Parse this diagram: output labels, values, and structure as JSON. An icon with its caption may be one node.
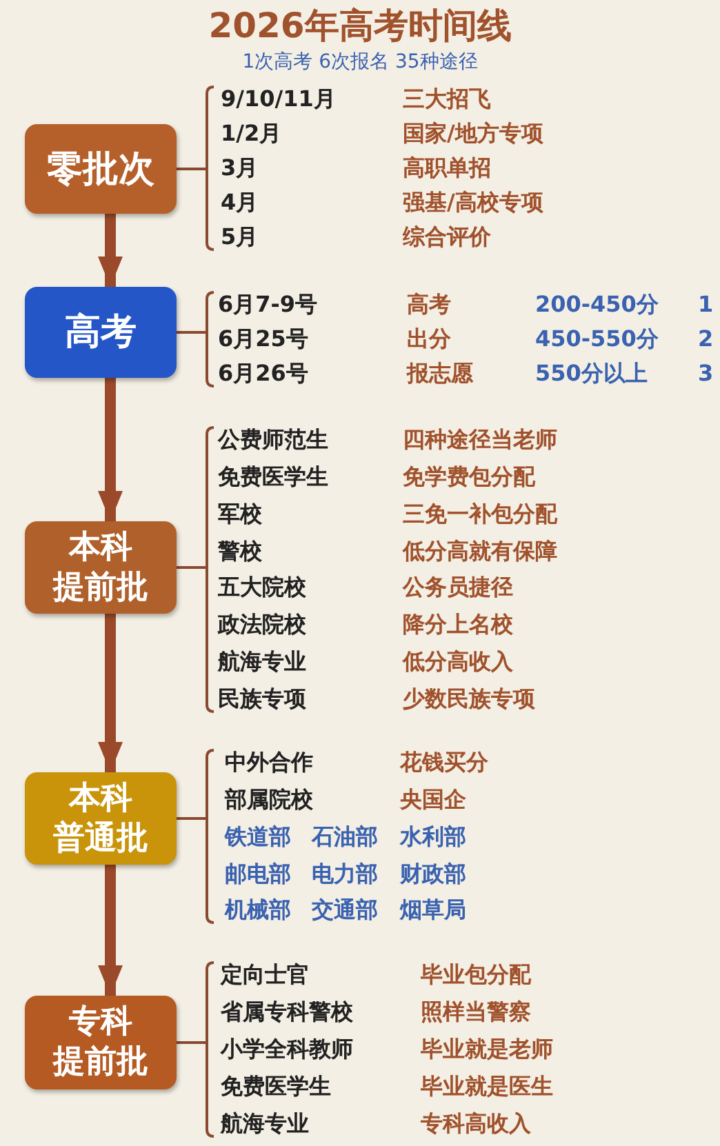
{
  "diagram": {
    "title": "2026年高考时间线",
    "nodes": [
      {
        "text": [
          "零批次"
        ],
        "beside": [
          "9/10/11月",
          "三大招飞",
          "1/2月",
          "国家/地方专项",
          "3月",
          "高职单招",
          "4月",
          "强基/高校专项",
          "5月",
          "综合评价"
        ]
      },
      {
        "text": [
          "高考"
        ],
        "beside": [
          "6月7-9号",
          "高考",
          "200-450分",
          "1",
          "6月25号",
          "出分",
          "450-550分",
          "2",
          "6月26号",
          "报志愿",
          "550分以上",
          "3"
        ]
      },
      {
        "text": [
          "本科提前批"
        ],
        "beside": [
          "公费师范生",
          "四种途径当老师",
          "免费医学生",
          "免学费包分配",
          "军校",
          "三免一补包分配",
          "警校",
          "低分高就有保障",
          "五大院校",
          "公务员捷径",
          "政法院校",
          "降分上名校",
          "航海专业",
          "低分高收入",
          "民族专项",
          "少数民族专项"
        ]
      },
      {
        "text": [
          "本科普通批"
        ],
        "beside": [
          "中外合作",
          "花钱买分",
          "部属院校",
          "央国企",
          "铁道部",
          "石油部",
          "水利部",
          "邮电部",
          "电力部",
          "财政部",
          "机械部",
          "交通部",
          "烟草局"
        ]
      },
      {
        "text": [
          "专科提前批"
        ],
        "beside": [
          "定向士官",
          "毕业包分配",
          "省属专科警校",
          "照样当警察",
          "小学全科教师",
          "毕业就是老师",
          "免费医学生",
          "毕业就是医生",
          "航海专业",
          "专科高收入"
        ]
      }
    ],
    "edges": [
      {
        "from": 0,
        "to": 1,
        "arrow": "to"
      },
      {
        "from": 1,
        "to": 2,
        "arrow": "to"
      },
      {
        "from": 2,
        "to": 3,
        "arrow": "to"
      },
      {
        "from": 3,
        "to": 4,
        "arrow": "to"
      }
    ],
    "labels": [
      "1次高考 6次报名 35种途径"
    ]
  }
}
